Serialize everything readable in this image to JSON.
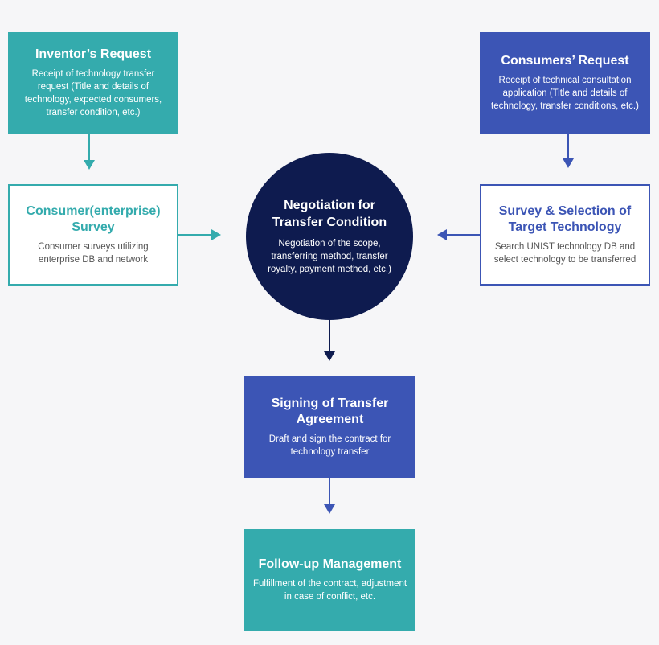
{
  "nodes": {
    "inventors_request": {
      "title": "Inventor’s Request",
      "desc": "Receipt of technology transfer request (Title and details of technology, expected consumers, transfer condition, etc.)"
    },
    "consumers_request": {
      "title": "Consumers’ Request",
      "desc": "Receipt of technical consultation application  (Title and details of technology, transfer conditions, etc.)"
    },
    "consumer_survey": {
      "title": "Consumer(enterprise) Survey",
      "desc": "Consumer surveys utilizing enterprise DB and network"
    },
    "negotiation": {
      "title": "Negotiation for Transfer Condition",
      "desc": "Negotiation of the scope, transferring method, transfer royalty, payment method, etc.)"
    },
    "survey_selection": {
      "title": "Survey & Selection of Target Technology",
      "desc": "Search UNIST technology DB and select technology to be transferred"
    },
    "signing": {
      "title": "Signing of Transfer Agreement",
      "desc": "Draft and sign the contract for technology transfer"
    },
    "follow_up": {
      "title": "Follow-up Management",
      "desc": "Fulfillment of the contract, adjustment in case of conflict, etc."
    }
  },
  "colors": {
    "teal": "#34abad",
    "blue": "#3c55b5",
    "navy": "#0e1b4f",
    "background": "#f6f6f8"
  }
}
